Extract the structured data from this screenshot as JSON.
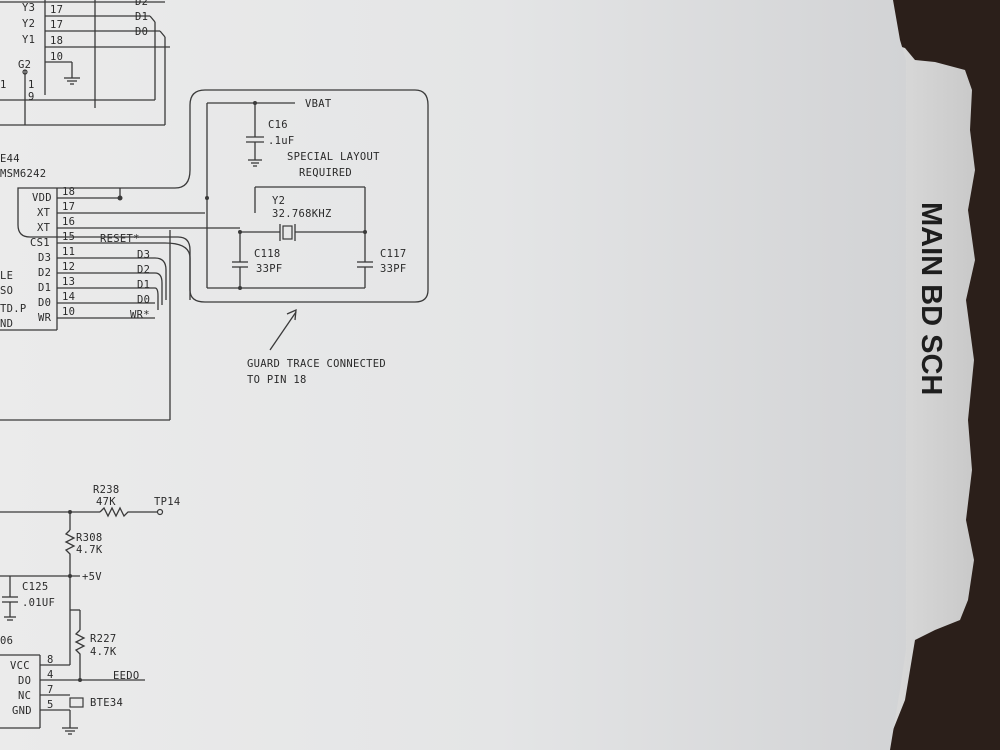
{
  "tab": {
    "label": "MAIN BD SCH"
  },
  "top_pins": {
    "pins": [
      {
        "sig": "Y3",
        "num": "17",
        "net": "D2"
      },
      {
        "sig": "Y2",
        "num": "17",
        "net": "D1"
      },
      {
        "sig": "Y1",
        "num": "18",
        "net": "D0"
      },
      {
        "sig": "",
        "num": "10",
        "net": ""
      }
    ],
    "g2_label": "G2",
    "g2_pin1": "1",
    "g2_pin9": "9",
    "left_pin1": "1"
  },
  "rtc": {
    "ref": "E44",
    "part": "MSM6242",
    "pins": [
      {
        "sig": "VDD",
        "num": "18",
        "net": ""
      },
      {
        "sig": "XT",
        "num": "17",
        "net": ""
      },
      {
        "sig": "XT",
        "num": "16",
        "net": ""
      },
      {
        "sig": "CS1",
        "num": "15",
        "net": "RESET*"
      },
      {
        "sig": "D3",
        "num": "11",
        "net": "D3"
      },
      {
        "sig": "D2",
        "num": "12",
        "net": "D2"
      },
      {
        "sig": "D1",
        "num": "13",
        "net": "D1"
      },
      {
        "sig": "D0",
        "num": "14",
        "net": "D0"
      },
      {
        "sig": "WR",
        "num": "10",
        "net": "WR*"
      }
    ],
    "left_labels": [
      "LE",
      "SO",
      "TD.P",
      "ND"
    ]
  },
  "guard_box": {
    "vbat": "VBAT",
    "c16_ref": "C16",
    "c16_val": ".1uF",
    "note_line1": "SPECIAL LAYOUT",
    "note_line2": "REQUIRED",
    "y2_ref": "Y2",
    "y2_val": "32.768KHZ",
    "c118_ref": "C118",
    "c118_val": "33PF",
    "c117_ref": "C117",
    "c117_val": "33PF",
    "arrow_note_line1": "GUARD TRACE CONNECTED",
    "arrow_note_line2": "TO PIN 18"
  },
  "lower": {
    "r238_ref": "R238",
    "r238_val": "47K",
    "tp14": "TP14",
    "r308_ref": "R308",
    "r308_val": "4.7K",
    "plus5v": "+5V",
    "c125_ref": "C125",
    "c125_val": ".01UF",
    "r227_ref": "R227",
    "r227_val": "4.7K",
    "chip_ref": "06",
    "chip_pins": [
      {
        "sig": "VCC",
        "num": "8",
        "net": ""
      },
      {
        "sig": "DO",
        "num": "4",
        "net": "EEDO"
      },
      {
        "sig": "NC",
        "num": "7",
        "net": "BTE34"
      },
      {
        "sig": "GND",
        "num": "5",
        "net": ""
      }
    ]
  }
}
